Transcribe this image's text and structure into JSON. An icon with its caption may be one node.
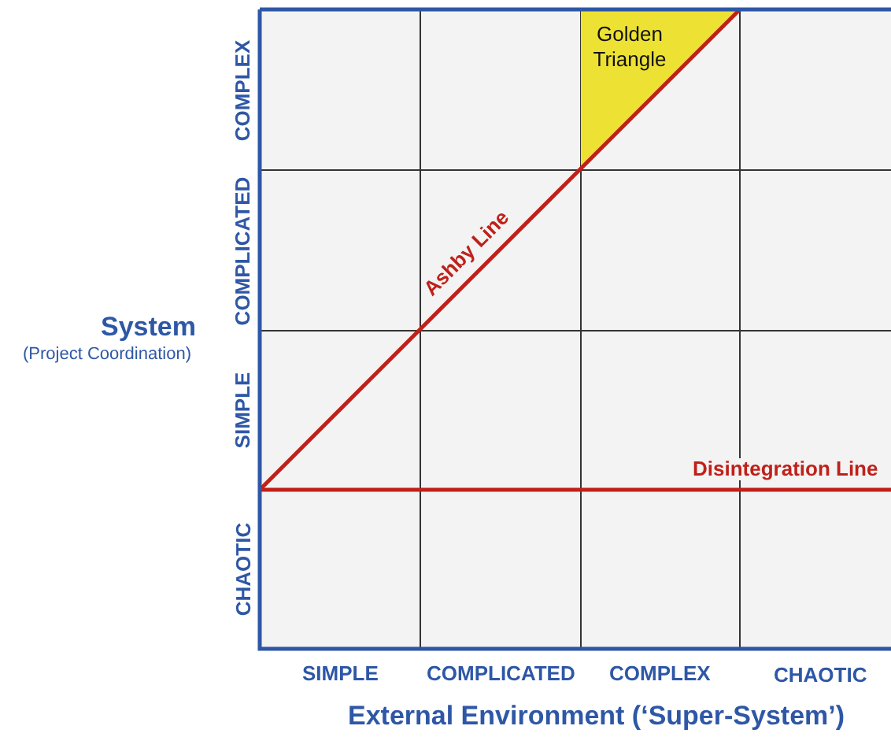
{
  "diagram": {
    "nodes": [
      {
        "text": [
          "Golden Triangle"
        ]
      }
    ],
    "edges": [],
    "labels": [
      "COMPLEX",
      "COMPLICATED",
      "Ashby Line",
      "System",
      "(Project Coordination)",
      "SIMPLE",
      "Disintegration Line",
      "CHAOTIC",
      "SIMPLE",
      "COMPLICATED",
      "COMPLEX",
      "CHAOTIC",
      "External Environment (‘Super-System’)"
    ]
  }
}
